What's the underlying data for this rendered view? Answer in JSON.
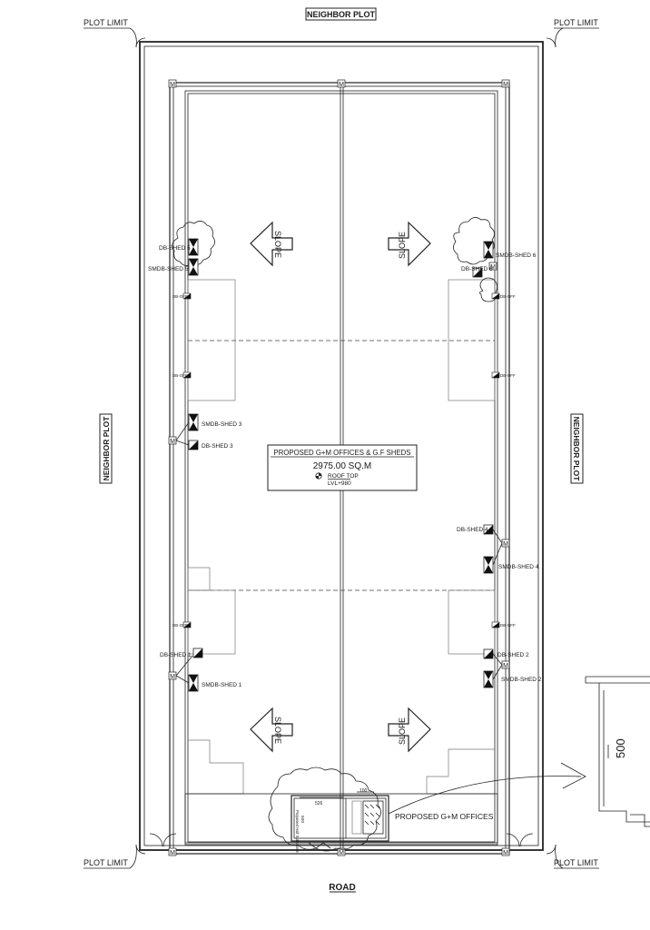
{
  "boundary_labels": {
    "top": "NEIGHBOR PLOT",
    "left": "NEIGHBOR PLOT",
    "right": "NEIGHBOR PLOT",
    "bottom": "ROAD"
  },
  "plot_limit": "PLOT LIMIT",
  "slope": "SLOPE",
  "main_box": {
    "title": "PROPOSED G+M OFFICES & G.F SHEDS",
    "area": "2975.00 SQ.M",
    "level_label": "ROOF TOP",
    "level_value": "LVL+980"
  },
  "offices_label": "PROPOSED G+M OFFICES",
  "db_off": "DB-OFF",
  "labels": {
    "db_shed_1": "DB-SHED 1",
    "smdb_shed_1": "SMDB-SHED 1",
    "db_shed_2": "DB-SHED 2",
    "smdb_shed_2": "SMDB-SHED 2",
    "db_shed_3": "DB-SHED 3",
    "smdb_shed_3": "SMDB-SHED 3",
    "db_shed_4": "DB-SHED 4",
    "smdb_shed_4": "SMDB-SHED 4",
    "db_shed_5": "DB-SHED 5",
    "smdb_shed_5": "SMDB-SHED 5",
    "db_shed_6": "DB-SHED 6",
    "smdb_shed_6": "SMDB-SHED 6"
  },
  "dims": {
    "top_small": "100",
    "left_small": "500",
    "mid_small": "526",
    "detail": "500"
  },
  "guard_room": "Proposed Hall Substation",
  "meter_mark": "M"
}
